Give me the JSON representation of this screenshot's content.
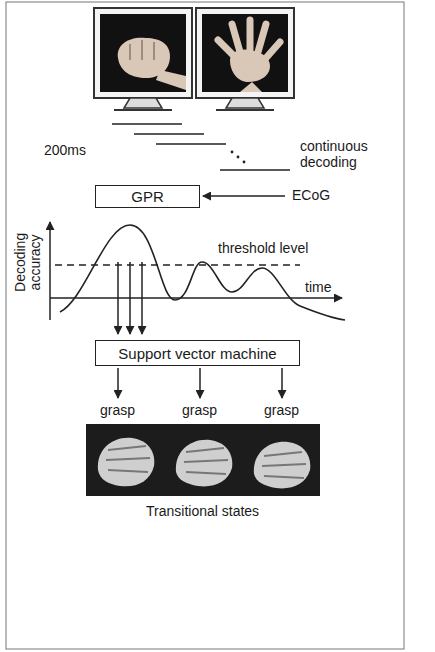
{
  "diagram": {
    "nodes": [
      {
        "text": [
          "GPR"
        ]
      },
      {
        "text": [
          "Support vector machine"
        ]
      }
    ],
    "labels": [
      "200ms",
      "continuous decoding",
      "ECoG",
      "Decoding accuracy",
      "threshold level",
      "time",
      "grasp",
      "grasp",
      "grasp",
      "Transitional states"
    ]
  }
}
